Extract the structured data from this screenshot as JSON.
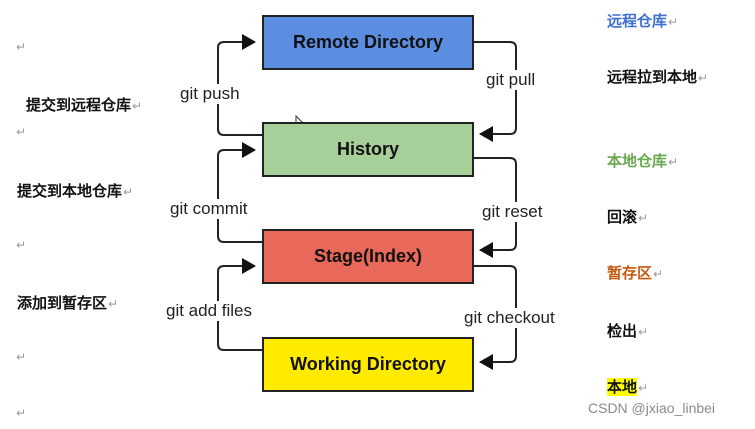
{
  "boxes": {
    "remote": {
      "label": "Remote Directory",
      "color": "#5b8de0"
    },
    "history": {
      "label": "History",
      "color": "#a7cf9a"
    },
    "stage": {
      "label": "Stage(Index)",
      "color": "#e8685a"
    },
    "working": {
      "label": "Working Directory",
      "color": "#ffeb00"
    }
  },
  "commands": {
    "push": "git push",
    "pull": "git pull",
    "commit": "git commit",
    "reset": "git reset",
    "add": "git add files",
    "checkout": "git checkout"
  },
  "left_notes": {
    "push": "提交到远程仓库",
    "commit": "提交到本地仓库",
    "add": "添加到暂存区"
  },
  "right_notes": {
    "remote": {
      "text": "远程仓库",
      "color": "#3e6fd0"
    },
    "pull": {
      "text": "远程拉到本地",
      "color": "#111111"
    },
    "local": {
      "text": "本地仓库",
      "color": "#6aa84f"
    },
    "reset": {
      "text": "回滚",
      "color": "#111111"
    },
    "stage": {
      "text": "暂存区",
      "color": "#c55a11"
    },
    "checkout": {
      "text": "检出",
      "color": "#111111"
    },
    "working": {
      "text": "本地",
      "color": "#111111",
      "highlight": "#ffff00"
    }
  },
  "paragraph_mark": "↵",
  "watermark": "CSDN @jxiao_linbei"
}
